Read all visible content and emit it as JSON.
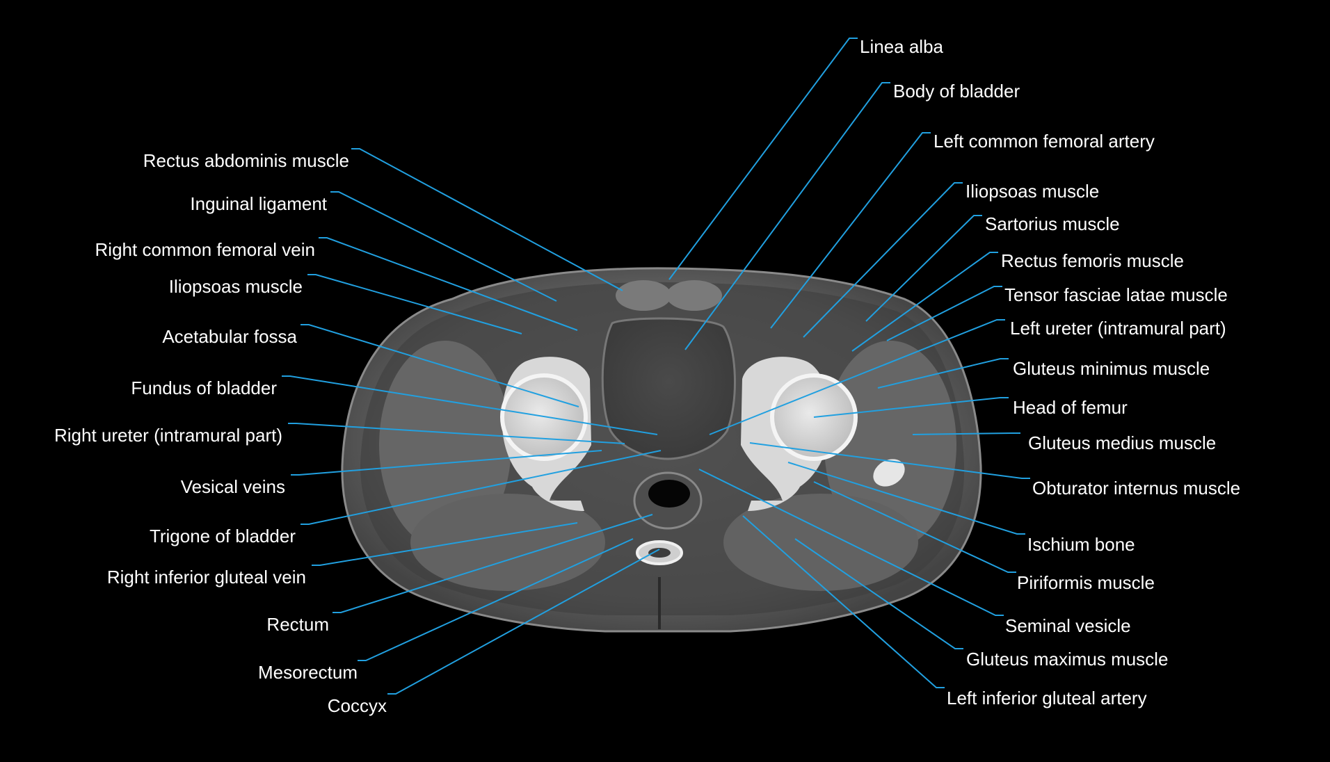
{
  "figure": {
    "subject": "Axial CT of the male pelvis at the level of the femoral heads",
    "colors": {
      "background": "#000000",
      "label_text": "#ffffff",
      "leader_line": "#21a0e0"
    }
  },
  "labels": {
    "left": [
      {
        "text": "Rectus abdominis muscle"
      },
      {
        "text": "Inguinal ligament"
      },
      {
        "text": "Right common femoral vein"
      },
      {
        "text": "Iliopsoas muscle"
      },
      {
        "text": "Acetabular fossa"
      },
      {
        "text": "Fundus of bladder"
      },
      {
        "text": "Right ureter (intramural part)"
      },
      {
        "text": "Vesical veins"
      },
      {
        "text": "Trigone of bladder"
      },
      {
        "text": "Right inferior gluteal vein"
      },
      {
        "text": "Rectum"
      },
      {
        "text": "Mesorectum"
      },
      {
        "text": "Coccyx"
      }
    ],
    "right": [
      {
        "text": "Linea alba"
      },
      {
        "text": "Body of bladder"
      },
      {
        "text": "Left common femoral artery"
      },
      {
        "text": "Iliopsoas muscle"
      },
      {
        "text": "Sartorius muscle"
      },
      {
        "text": "Rectus femoris muscle"
      },
      {
        "text": "Tensor fasciae latae muscle"
      },
      {
        "text": "Left ureter (intramural part)"
      },
      {
        "text": "Gluteus minimus muscle"
      },
      {
        "text": "Head of femur"
      },
      {
        "text": "Gluteus medius muscle"
      },
      {
        "text": "Obturator internus muscle"
      },
      {
        "text": "Ischium bone"
      },
      {
        "text": "Piriformis muscle"
      },
      {
        "text": "Seminal vesicle"
      },
      {
        "text": "Gluteus maximus muscle"
      },
      {
        "text": "Left inferior gluteal artery"
      }
    ]
  }
}
